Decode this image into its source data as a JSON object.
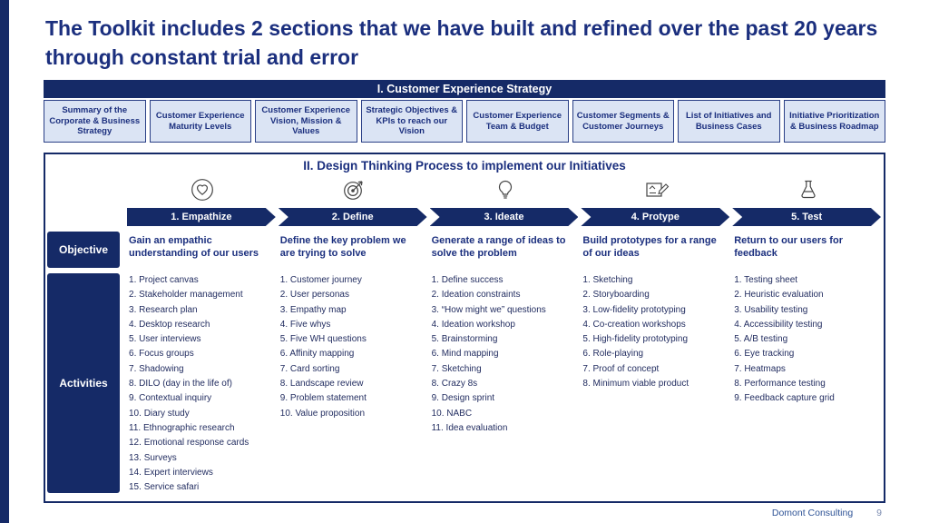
{
  "colors": {
    "navy": "#152a67",
    "title_navy": "#1b2f7e",
    "box_fill": "#dbe4f4",
    "footer_blue": "#2e5396"
  },
  "slide": {
    "title": "The Toolkit includes 2 sections that we have built and refined over the past 20 years through constant trial and error",
    "footer": {
      "company": "Domont Consulting",
      "page_number": "9"
    }
  },
  "section1": {
    "header": "I. Customer Experience Strategy",
    "boxes": [
      "Summary of the Corporate & Business Strategy",
      "Customer Experience Maturity Levels",
      "Customer Experience Vision, Mission & Values",
      "Strategic Objectives & KPIs to reach our Vision",
      "Customer Experience Team & Budget",
      "Customer Segments & Customer Journeys",
      "List of Initiatives and Business Cases",
      "Initiative Prioritization & Business Roadmap"
    ]
  },
  "section2": {
    "header": "II. Design Thinking Process to implement our Initiatives",
    "row_labels": {
      "objective": "Objective",
      "activities": "Activities"
    },
    "phases": [
      {
        "name": "1. Empathize",
        "icon": "heart-icon",
        "objective": "Gain an empathic understanding of our users",
        "activities": [
          "Project canvas",
          "Stakeholder management",
          "Research plan",
          "Desktop research",
          "User interviews",
          "Focus groups",
          "Shadowing",
          "DILO (day in the life of)",
          "Contextual inquiry",
          "Diary study",
          "Ethnographic research",
          "Emotional response cards",
          "Surveys",
          "Expert interviews",
          "Service safari"
        ]
      },
      {
        "name": "2. Define",
        "icon": "target-icon",
        "objective": "Define the key problem we are trying to solve",
        "activities": [
          "Customer journey",
          "User personas",
          "Empathy map",
          "Five whys",
          "Five WH questions",
          "Affinity mapping",
          "Card sorting",
          "Landscape review",
          "Problem statement",
          "Value proposition"
        ]
      },
      {
        "name": "3. Ideate",
        "icon": "lightbulb-icon",
        "objective": "Generate a range of ideas to solve the problem",
        "activities": [
          "Define success",
          "Ideation constraints",
          "“How might we” questions",
          "Ideation workshop",
          "Brainstorming",
          "Mind mapping",
          "Sketching",
          "Crazy 8s",
          "Design sprint",
          "NABC",
          "Idea evaluation"
        ]
      },
      {
        "name": "4. Protype",
        "icon": "prototype-icon",
        "objective": "Build prototypes for a range of our ideas",
        "activities": [
          "Sketching",
          "Storyboarding",
          "Low-fidelity prototyping",
          "Co-creation workshops",
          "High-fidelity prototyping",
          "Role-playing",
          "Proof of concept",
          "Minimum viable product"
        ]
      },
      {
        "name": "5. Test",
        "icon": "flask-icon",
        "objective": "Return to our users for feedback",
        "activities": [
          "Testing sheet",
          "Heuristic evaluation",
          "Usability testing",
          "Accessibility testing",
          "A/B testing",
          "Eye tracking",
          "Heatmaps",
          "Performance testing",
          "Feedback capture grid"
        ]
      }
    ]
  }
}
